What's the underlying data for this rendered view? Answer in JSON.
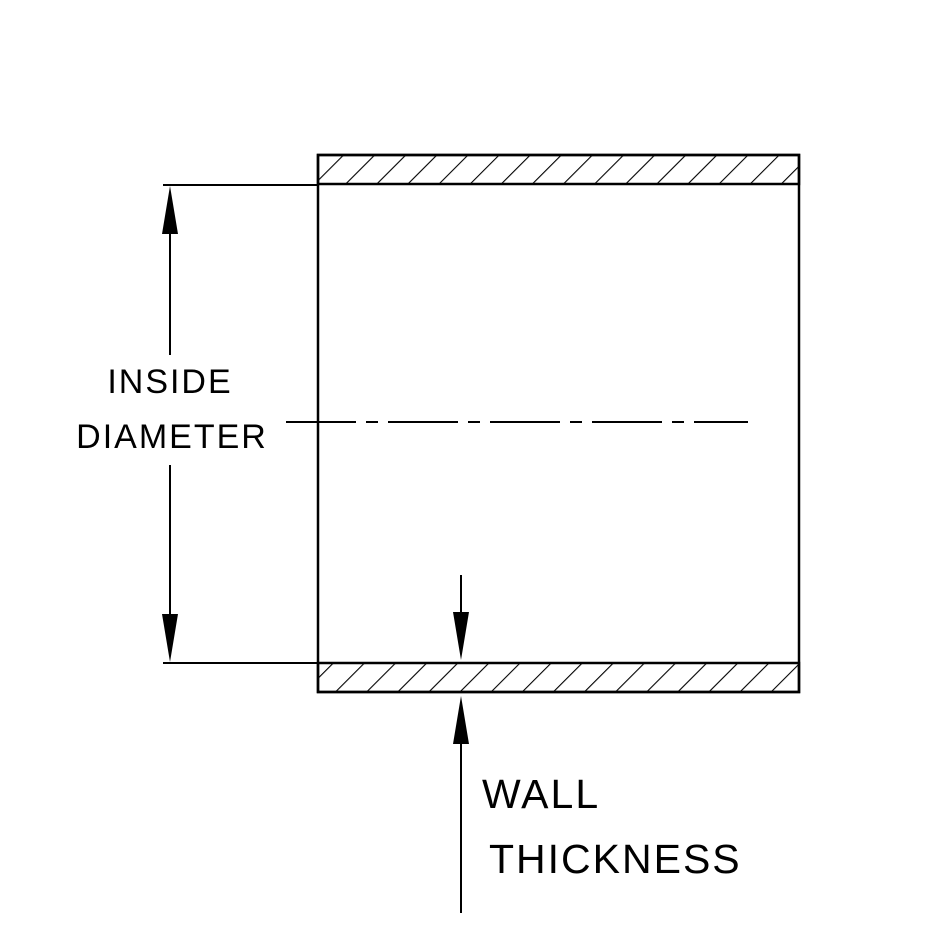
{
  "diagram": {
    "type": "engineering-cross-section",
    "subject": "tube / hose coupler cross-section with dimension callouts",
    "labels": {
      "inside_diameter_line1": "INSIDE",
      "inside_diameter_line2": "DIAMETER",
      "wall_thickness_line1": "WALL",
      "wall_thickness_line2": "THICKNESS"
    },
    "colors": {
      "line": "#000000",
      "background": "#ffffff"
    }
  }
}
